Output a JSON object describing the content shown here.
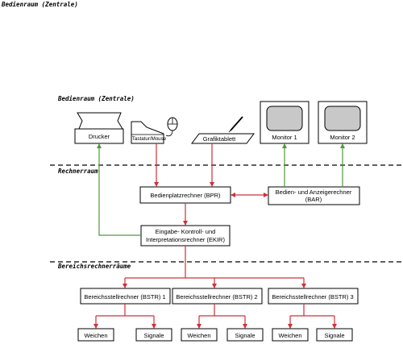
{
  "page_title": "Bedienraum (Zentrale)",
  "sections": {
    "bedienraum": "Bedienraum (Zentrale)",
    "rechnerraum": "Rechnerraum",
    "bereichsrechnerraeume": "Bereichsrechnerräume"
  },
  "devices": {
    "drucker": "Drucker",
    "tastatur": "Tastatur/Mouse",
    "grafiktablett": "Grafiktablett",
    "monitor1": "Monitor 1",
    "monitor2": "Monitor 2"
  },
  "computers": {
    "bpr": "Bedienplatzrechner (BPR)",
    "bar_line1": "Bedien- und Anzeigerechner",
    "bar_line2": "(BAR)",
    "ekir_line1": "Eingabe- Kontroll- und",
    "ekir_line2": "Interpretationsrechner (EKIR)"
  },
  "bstr": [
    {
      "label": "Bereichsstellrechner (BSTR) 1",
      "out1": "Weichen",
      "out2": "Signale"
    },
    {
      "label": "Bereichsstellrechner (BSTR) 2",
      "out1": "Weichen",
      "out2": "Signale"
    },
    {
      "label": "Bereichsstellrechner (BSTR) 3",
      "out1": "Weichen",
      "out2": "Signale"
    }
  ],
  "colors": {
    "red_connection": "#d0303a",
    "green_connection": "#4f9a3a",
    "monitor_screen": "#c8c8c8"
  }
}
